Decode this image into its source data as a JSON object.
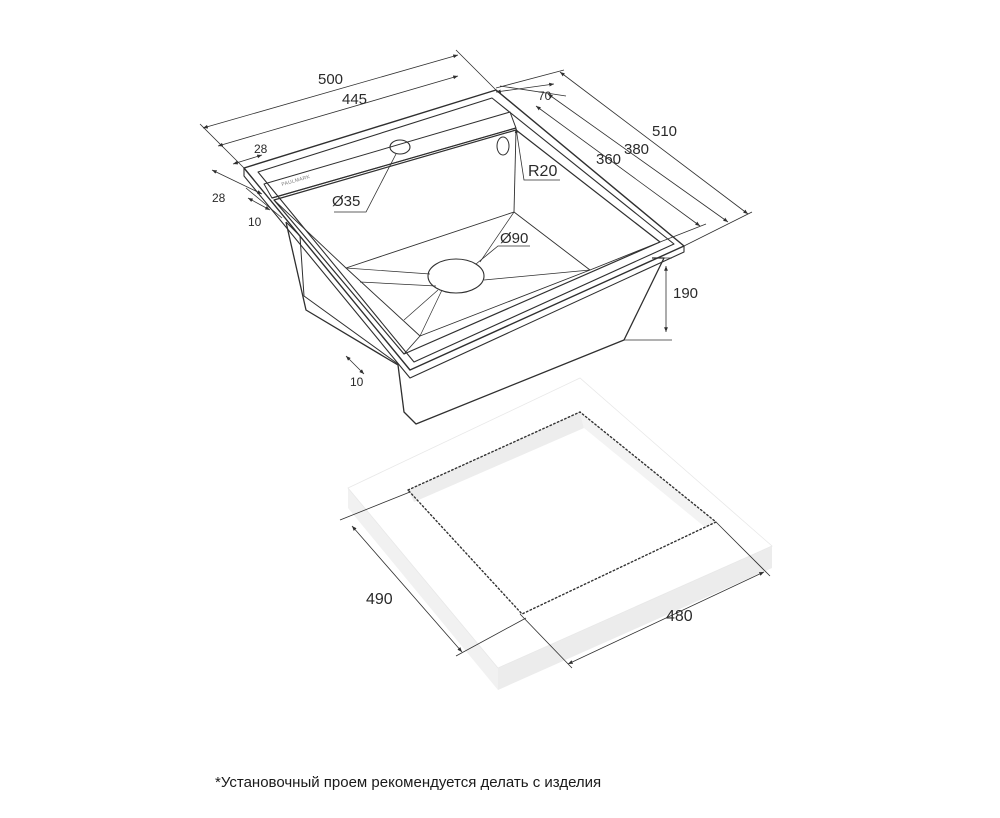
{
  "brand": "PAULMARK",
  "dimensions": {
    "overall_width": "500",
    "bowl_width": "445",
    "overall_depth": "510",
    "depth_380": "380",
    "depth_360": "360",
    "rear_ledge": "70",
    "rim_top": "28",
    "rim_left": "28",
    "rim_small_left": "10",
    "rim_small_front": "10",
    "corner_radius": "R20",
    "tap_hole": "Ø35",
    "drain": "Ø90",
    "bowl_height": "190",
    "cutout_depth": "490",
    "cutout_width": "480"
  },
  "footnote": "*Установочный проем рекомендуется делать с изделия",
  "colors": {
    "line": "#2f2f2f",
    "countertop_edge": "#ececec",
    "countertop_top": "#ffffff"
  }
}
